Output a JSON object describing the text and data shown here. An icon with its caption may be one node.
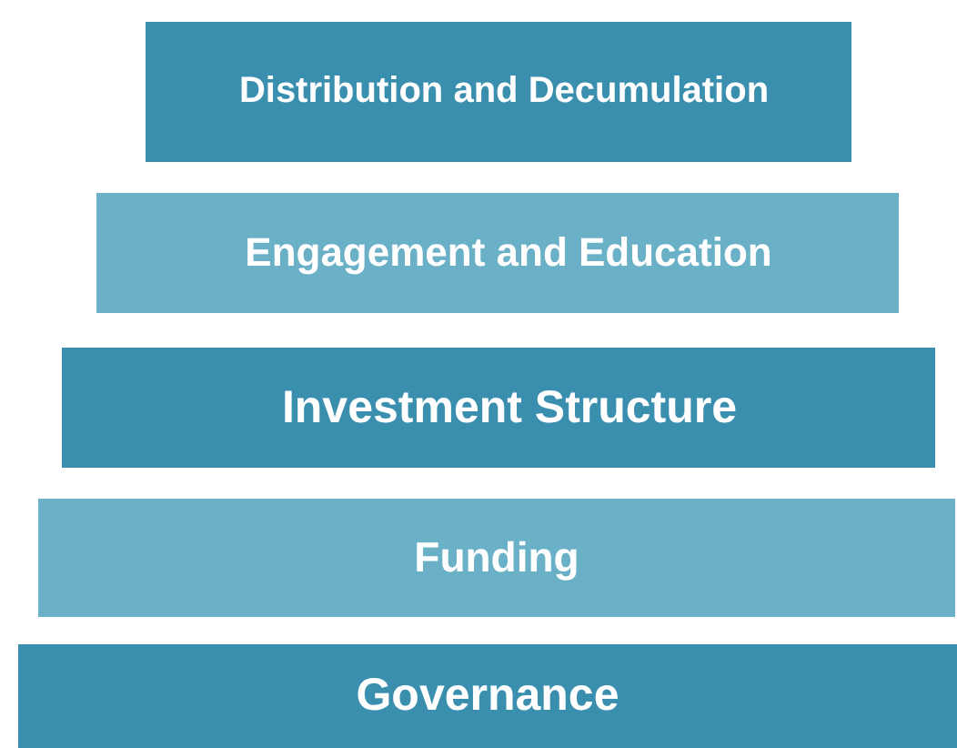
{
  "diagram": {
    "nodes": [
      {
        "text": [
          "Distribution and Decumulation"
        ]
      },
      {
        "text": [
          "Engagement and Education"
        ]
      },
      {
        "text": [
          "Investment Structure"
        ]
      },
      {
        "text": [
          "Funding"
        ]
      },
      {
        "text": [
          "Governance"
        ]
      }
    ]
  }
}
